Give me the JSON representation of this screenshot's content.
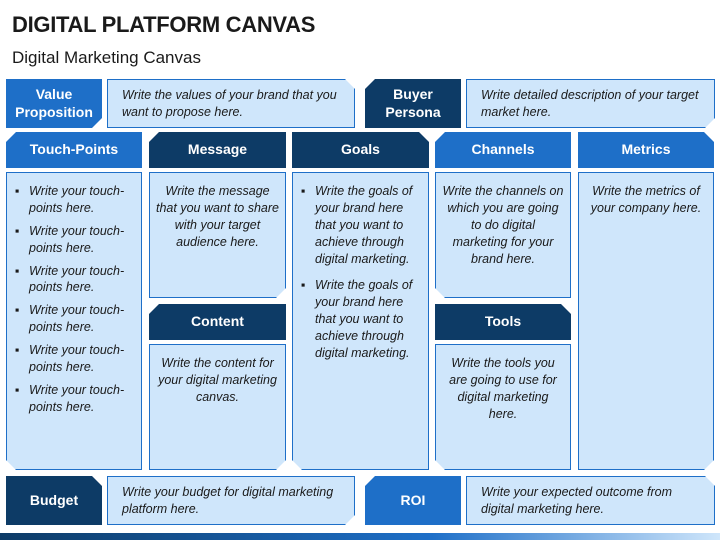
{
  "title": "DIGITAL PLATFORM CANVAS",
  "subtitle": "Digital Marketing Canvas",
  "value_proposition": {
    "label": "Value Proposition",
    "text": "Write the values of your brand that you want to propose here."
  },
  "buyer_persona": {
    "label": "Buyer Persona",
    "text": "Write detailed description of your target market here."
  },
  "touch_points": {
    "label": "Touch-Points",
    "items": [
      "Write your touch-points here.",
      "Write your touch-points here.",
      "Write your touch-points here.",
      "Write your touch-points here.",
      "Write your touch-points here.",
      "Write your touch-points here."
    ]
  },
  "message": {
    "label": "Message",
    "text": "Write the message that you want to share with your target audience here."
  },
  "content": {
    "label": "Content",
    "text": "Write the content for your digital marketing canvas."
  },
  "goals": {
    "label": "Goals",
    "items": [
      "Write the goals of your brand here that you want to achieve through digital marketing.",
      "Write the goals of your brand here that you want to achieve through digital marketing."
    ]
  },
  "channels": {
    "label": "Channels",
    "text": "Write the channels on which you are going to do digital marketing for your brand here."
  },
  "tools": {
    "label": "Tools",
    "text": "Write the tools you are going to use for digital marketing here."
  },
  "metrics": {
    "label": "Metrics",
    "text": "Write the metrics of your company here."
  },
  "budget": {
    "label": "Budget",
    "text": "Write your budget for digital marketing platform here."
  },
  "roi": {
    "label": "ROI",
    "text": "Write your expected outcome from digital marketing here."
  },
  "colors": {
    "header_light": "#1e6fc8",
    "header_dark": "#0d3b66",
    "box_fill": "#cfe6fb"
  }
}
